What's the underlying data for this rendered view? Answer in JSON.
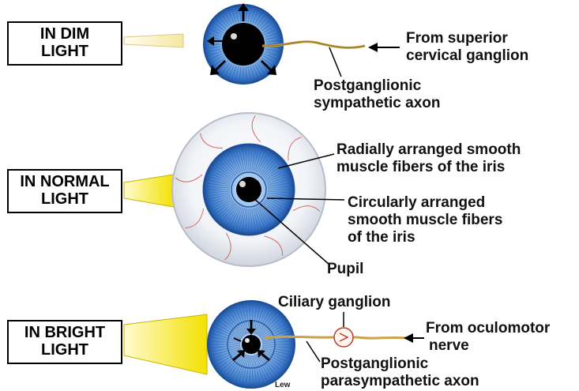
{
  "panels": {
    "dim": {
      "box_lines": [
        "IN DIM",
        "LIGHT"
      ]
    },
    "normal": {
      "box_lines": [
        "IN NORMAL",
        "LIGHT"
      ]
    },
    "bright": {
      "box_lines": [
        "IN BRIGHT",
        "LIGHT"
      ]
    }
  },
  "labels": {
    "superior_cervical": [
      "From superior",
      "cervical ganglion"
    ],
    "postganglionic_sympathetic": [
      "Postganglionic",
      "sympathetic axon"
    ],
    "radial_fibers": [
      "Radially arranged smooth",
      "muscle fibers of the iris"
    ],
    "circular_fibers": [
      "Circularly arranged",
      "smooth muscle fibers",
      "of the iris"
    ],
    "pupil": "Pupil",
    "ciliary_ganglion": "Ciliary ganglion",
    "oculomotor": [
      "From oculomotor",
      "nerve"
    ],
    "postganglionic_parasympathetic": [
      "Postganglionic",
      "parasympathetic axon"
    ]
  },
  "signature": "Lew",
  "colors": {
    "iris_dark": "#1d4f9a",
    "iris_light": "#7fb0e6",
    "pupil": "#000000",
    "light_beam": "#f3e100",
    "nerve": "#c8a348",
    "sclera_vein": "#c0392b"
  }
}
